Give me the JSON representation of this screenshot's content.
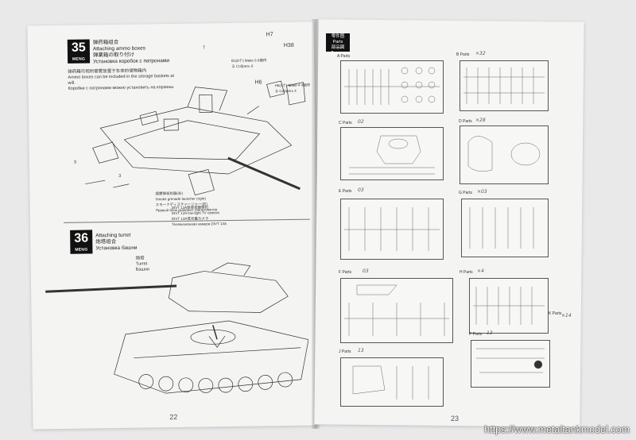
{
  "left_page": {
    "step35": {
      "number": "35",
      "brand": "MENG",
      "title_cn": "弹药箱组合",
      "title_en": "Attaching ammo boxes",
      "title_jp": "弾薬箱の取り付け",
      "title_ru": "Установка коробок с патронами",
      "note_cn": "弹药箱可视所需要放置于车体的储物箱内",
      "note_en": "Ammo boxes can be included in the storage baskets at will.",
      "note_ru": "Коробки с патронами можно установить на корзины",
      "part_h7": "H7",
      "part_h38": "H38",
      "part_h6": "H6",
      "part_labels": "B1(6个)  Make 6  6個作る  Собрать 6",
      "part_labels2": "H6(4个)  Make 4  4個作る  Собрать 4",
      "callout_cn": "烟雾弹发射器(右)",
      "callout_en": "Smoke grenade launcher (right)",
      "callout_jp": "スモークディスチャージャー(右)",
      "callout_ru": "Правый блок дымовых гранатометов",
      "camera_cn": "DIVT 13A型夜视摄像机",
      "camera_en": "DIVT 13A low-light TV camera",
      "camera_jp": "DIVT 13A低光量カメラ",
      "camera_ru": "Телевизионная камера DIVT 13A",
      "qty_3a": "3",
      "qty_3b": "3",
      "qty_7": "7"
    },
    "step36": {
      "number": "36",
      "brand": "MENG",
      "title_en": "Attaching turret",
      "title_cn": "炮塔组合",
      "title_ru": "Установка башни",
      "callout_cn": "炮塔",
      "callout_en": "Turret",
      "callout_ru": "Башня"
    },
    "page_number": "22"
  },
  "right_page": {
    "header_cn": "零件图",
    "header_en": "Parts",
    "header_jp": "部品図",
    "header_ru": "Детали",
    "sprues": [
      {
        "label": "A Parts",
        "note": ""
      },
      {
        "label": "B Parts",
        "note": "×32"
      },
      {
        "label": "C Parts",
        "note": "02"
      },
      {
        "label": "D Parts",
        "note": "×28"
      },
      {
        "label": "E Parts",
        "note": "03"
      },
      {
        "label": "G Parts",
        "note": "×03"
      },
      {
        "label": "F Parts",
        "note": "03"
      },
      {
        "label": "H Parts",
        "note": "×4"
      },
      {
        "label": "K Parts",
        "note": "×14"
      },
      {
        "label": "P Parts",
        "note": "13"
      },
      {
        "label": "J Parts",
        "note": "13"
      }
    ],
    "page_number": "23"
  },
  "watermark": "https://www.metaltankmodel.com"
}
